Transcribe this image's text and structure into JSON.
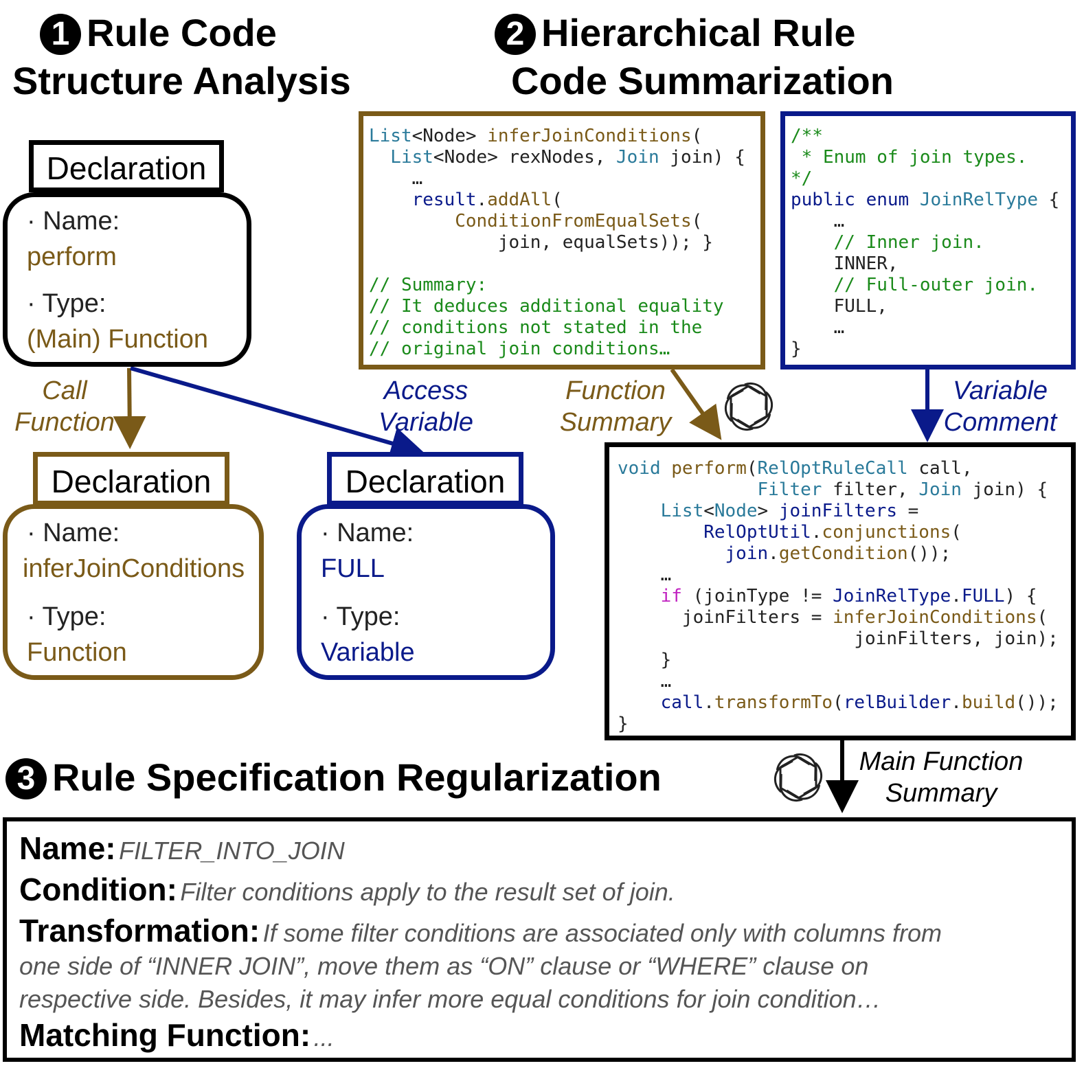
{
  "sections": {
    "s1": {
      "number": "1",
      "line1": "Rule Code",
      "line2": "Structure Analysis"
    },
    "s2": {
      "number": "2",
      "line1": "Hierarchical Rule",
      "line2": "Code Summarization"
    },
    "s3": {
      "number": "3",
      "title": "Rule Specification Regularization"
    }
  },
  "declarations": {
    "main": {
      "header": "Declaration",
      "name_label": "· Name:",
      "name": "perform",
      "type_label": "· Type:",
      "type": "(Main) Function"
    },
    "func": {
      "header": "Declaration",
      "name_label": "· Name:",
      "name": "inferJoinConditions",
      "type_label": "· Type:",
      "type": "Function"
    },
    "var": {
      "header": "Declaration",
      "name_label": "· Name:",
      "name": "FULL",
      "type_label": "· Type:",
      "type": "Variable"
    }
  },
  "arrow_labels": {
    "call_function": {
      "line1": "Call",
      "line2": "Function"
    },
    "access_variable": {
      "line1": "Access",
      "line2": "Variable"
    },
    "function_summary": {
      "line1": "Function",
      "line2": "Summary"
    },
    "variable_comment": {
      "line1": "Variable",
      "line2": "Comment"
    },
    "main_function_summary": {
      "line1": "Main Function",
      "line2": "Summary"
    }
  },
  "code": {
    "infer": [
      "List<Node> inferJoinConditions(",
      "  List<Node> rexNodes, Join join) {",
      "    …",
      "    result.addAll(",
      "        ConditionFromEqualSets(",
      "            join, equalSets)); }",
      "",
      "// Summary:",
      "// It deduces additional equality",
      "// conditions not stated in the",
      "// original join conditions…"
    ],
    "enum": [
      "/**",
      " * Enum of join types.",
      "*/",
      "public enum JoinRelType {",
      "    …",
      "    // Inner join.",
      "    INNER,",
      "    // Full-outer join.",
      "    FULL,",
      "    …",
      "}"
    ],
    "perform": [
      "void perform(RelOptRuleCall call,",
      "             Filter filter, Join join) {",
      "    List<Node> joinFilters =",
      "        RelOptUtil.conjunctions(",
      "          join.getCondition());",
      "    …",
      "    if (joinType != JoinRelType.FULL) {",
      "      joinFilters = inferJoinConditions(",
      "                      joinFilters, join);",
      "    }",
      "    …",
      "    call.transformTo(relBuilder.build());",
      "}"
    ]
  },
  "spec": {
    "name_key": "Name:",
    "name_value": "FILTER_INTO_JOIN",
    "condition_key": "Condition:",
    "condition_value": "Filter conditions apply to the result set of join.",
    "transformation_key": "Transformation:",
    "transformation_line1": "If some filter conditions are associated only with columns from",
    "transformation_line2": "one side of “INNER JOIN”, move them as “ON” clause or “WHERE” clause on",
    "transformation_line3": "respective side. Besides, it may infer more equal conditions for join condition…",
    "matching_key": "Matching Function:",
    "matching_value": "..."
  },
  "colors": {
    "brown": "#7a5a18",
    "navy": "#0a1a8a",
    "black": "#000000",
    "comment_green": "#1a8a1a",
    "spec_gray": "#555555"
  },
  "icons": [
    "openai-logo-icon",
    "openai-logo-icon"
  ]
}
